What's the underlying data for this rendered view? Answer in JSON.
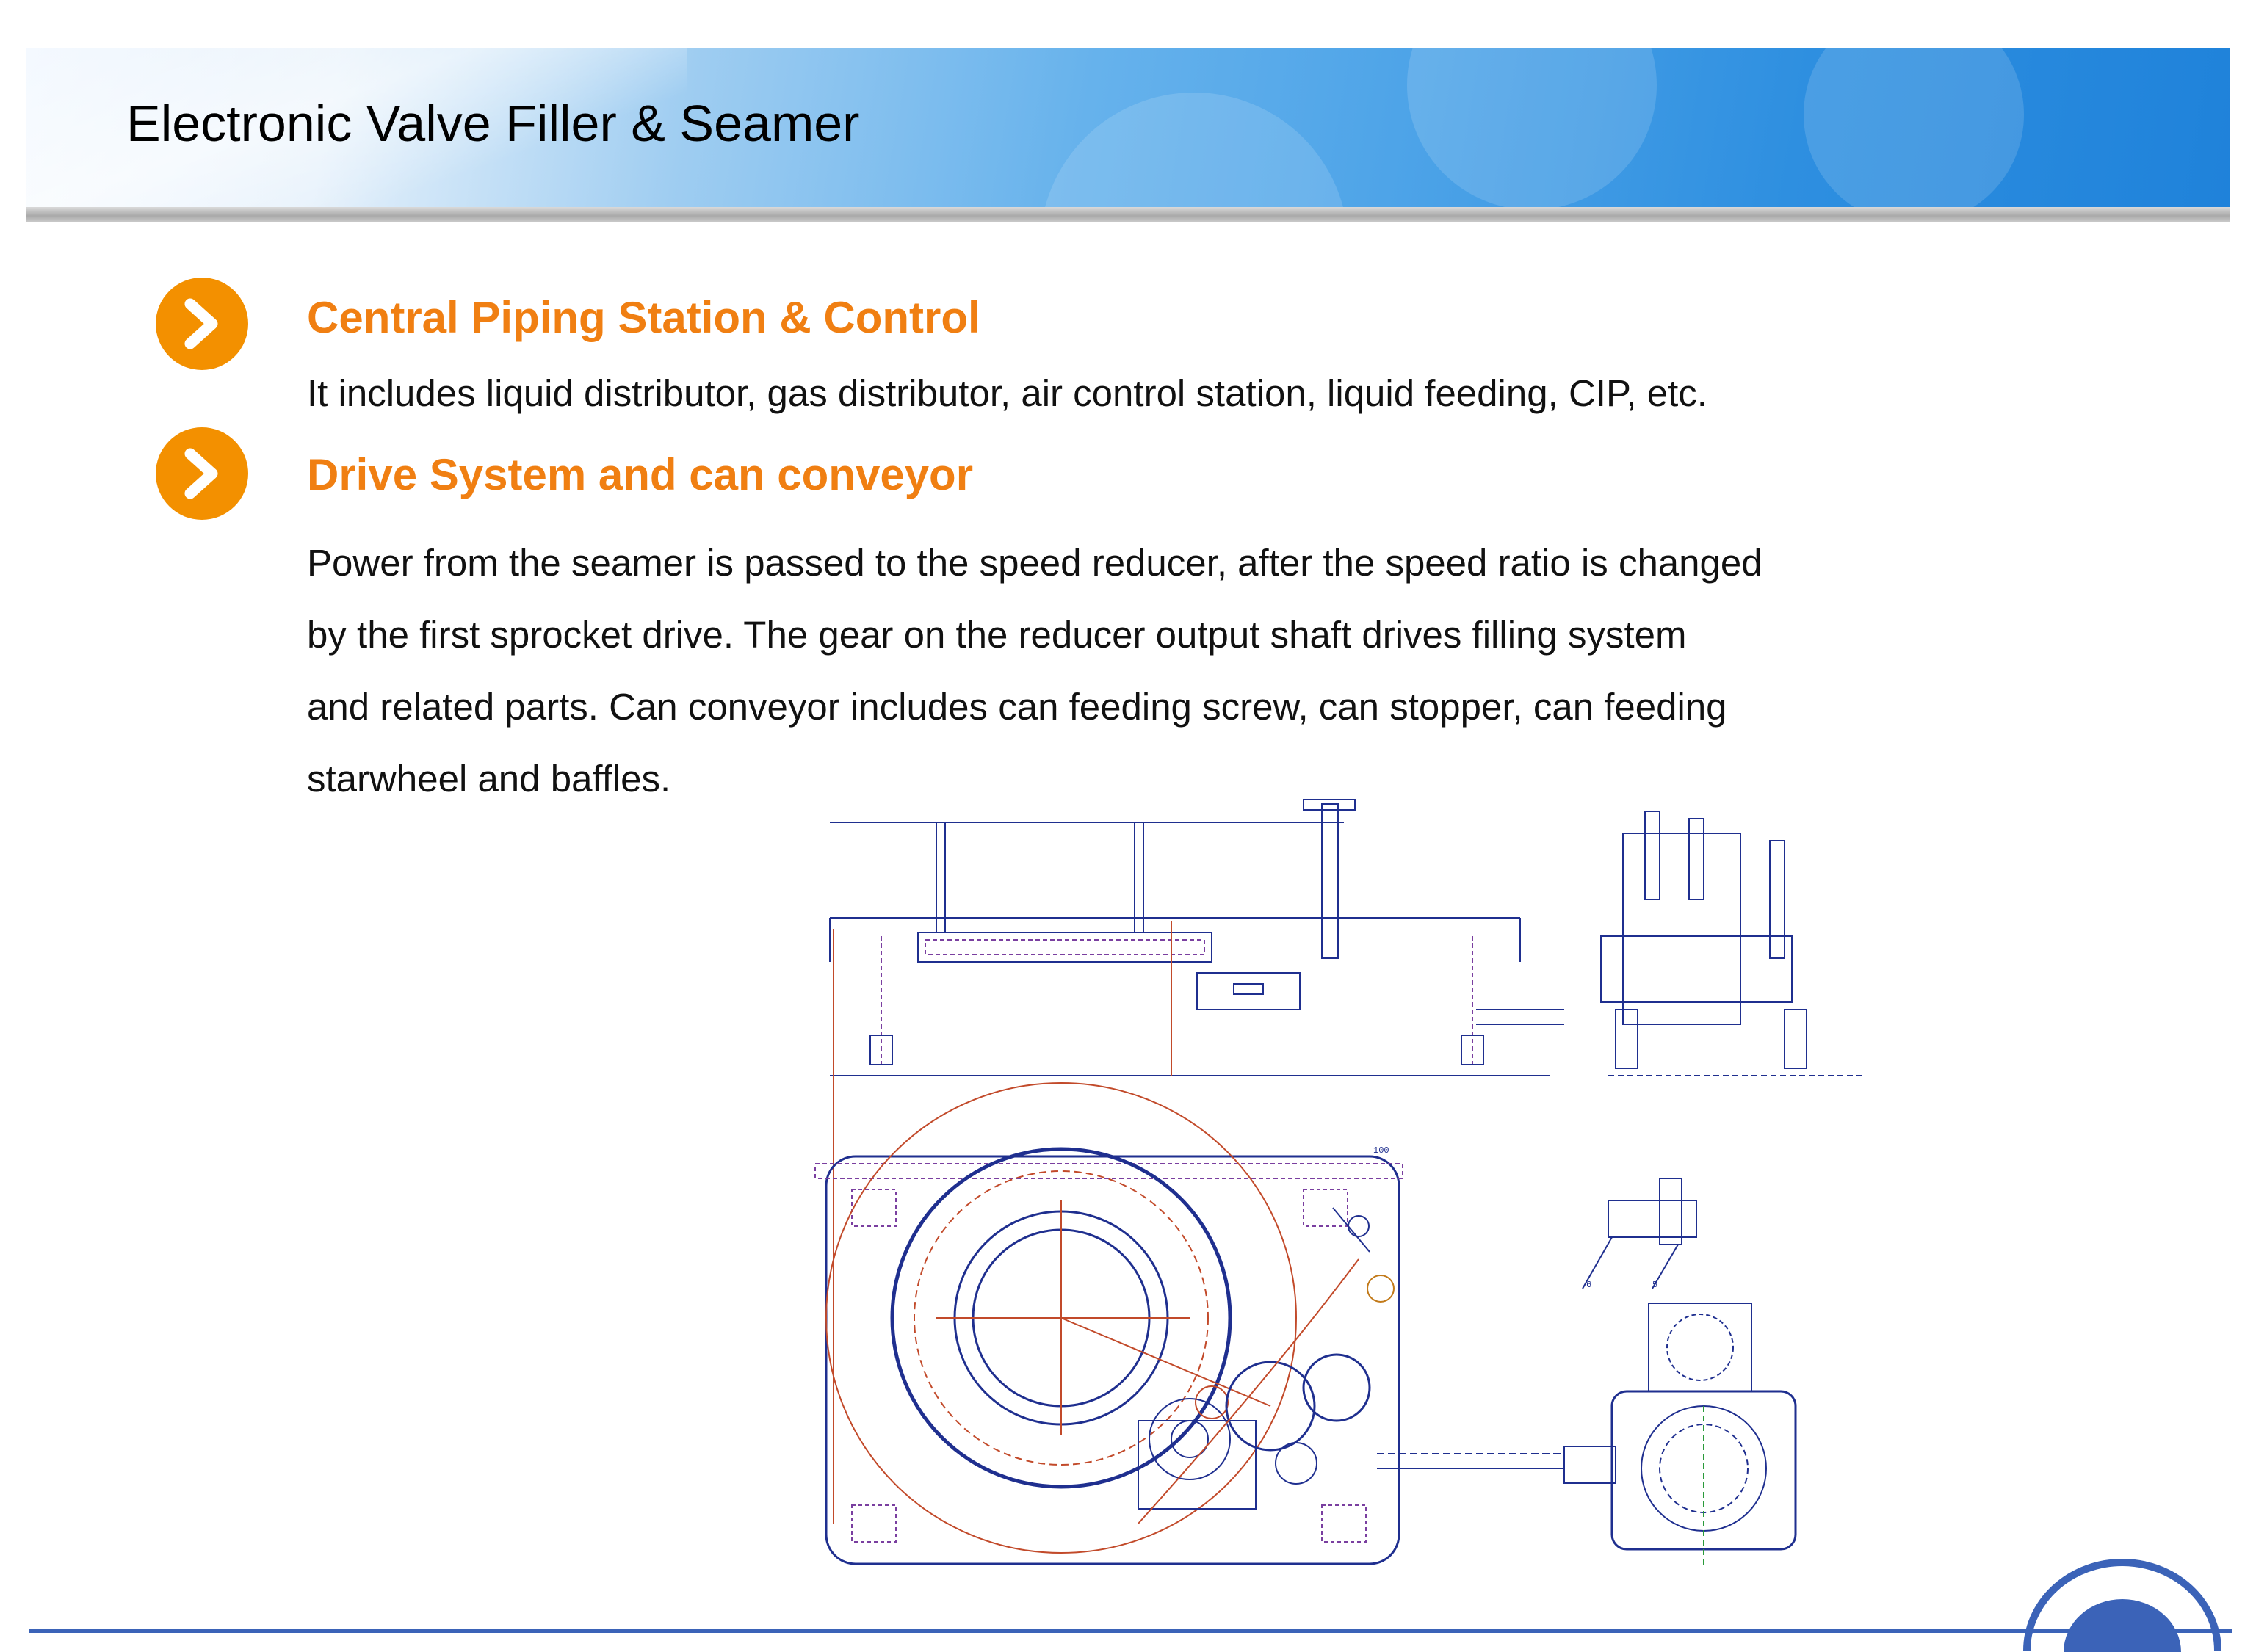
{
  "slide": {
    "title": "Electronic Valve Filler & Seamer"
  },
  "sections": [
    {
      "heading": "Central Piping Station & Control",
      "text": "It includes liquid distributor, gas distributor, air control station, liquid feeding, CIP, etc."
    },
    {
      "heading": "Drive System and can conveyor",
      "lines": [
        "Power from the seamer is passed to the speed reducer, after the speed ratio is changed",
        "by the first sprocket drive. The gear on the reducer output shaft drives filling system",
        "and related parts. Can conveyor includes can feeding screw, can stopper, can feeding",
        "starwheel and baffles."
      ]
    }
  ],
  "drawing": {
    "labels": [
      "100",
      "6",
      "5"
    ]
  },
  "colors": {
    "accent": "#f39000",
    "heading": "#f07f12",
    "banner": "#2e8fe0",
    "footer": "#3b63b8"
  },
  "icons": [
    "chevron-right-icon"
  ]
}
